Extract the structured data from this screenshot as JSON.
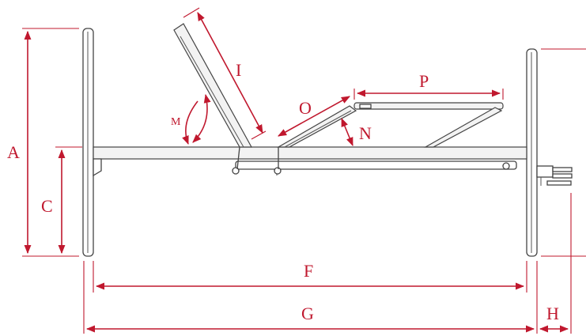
{
  "labels": {
    "A": "A",
    "C": "C",
    "F": "F",
    "G": "G",
    "H": "H",
    "I": "I",
    "M": "M",
    "N": "N",
    "O": "O",
    "P": "P"
  },
  "colors": {
    "dimension": "#c0182e",
    "frame": "#444444"
  }
}
